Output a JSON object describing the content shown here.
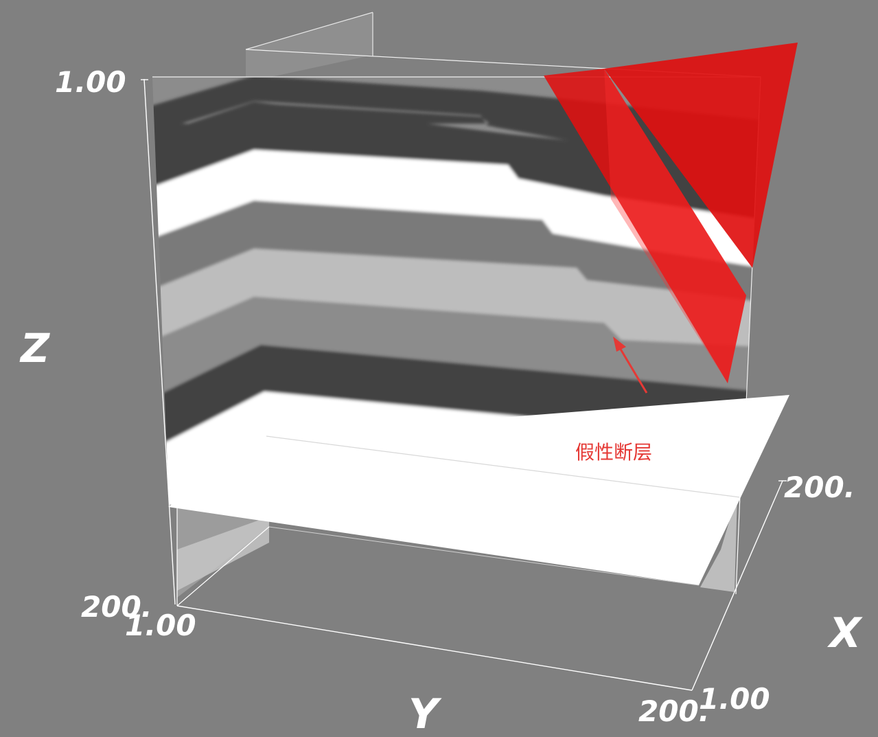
{
  "colors": {
    "background": "#808080",
    "layer_dark": "#424242",
    "layer_white": "#ffffff",
    "layer_mid": "#7a7a7a",
    "layer_light": "#bdbdbd",
    "layer_gray": "#8c8c8c",
    "fault_plane": "#e01010",
    "annotation": "#e53935"
  },
  "axes": {
    "z": {
      "title": "Z",
      "max_label": "1.00"
    },
    "y": {
      "title": "Y",
      "min_label": "1.00",
      "max_label": "200."
    },
    "x": {
      "title": "X",
      "min_label": "1.00",
      "max_label": "200.",
      "corner_label": "200."
    }
  },
  "annotation": {
    "label": "假性断层"
  },
  "layers": [
    {
      "name": "gray",
      "color": "#8c8c8c"
    },
    {
      "name": "dark",
      "color": "#424242"
    },
    {
      "name": "white",
      "color": "#ffffff"
    },
    {
      "name": "mid",
      "color": "#7a7a7a"
    },
    {
      "name": "light",
      "color": "#bdbdbd"
    },
    {
      "name": "gray",
      "color": "#8c8c8c"
    },
    {
      "name": "dark",
      "color": "#424242"
    },
    {
      "name": "white",
      "color": "#ffffff"
    }
  ]
}
